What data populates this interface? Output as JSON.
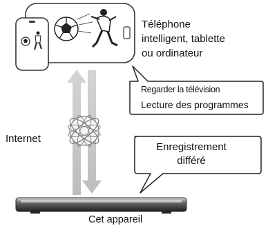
{
  "devices_label": {
    "line1": "Téléphone",
    "line2": "intelligent, tablette",
    "line3": "ou ordinateur"
  },
  "remote_bubble": {
    "line1": "Regarder la télévision",
    "line2": "Lecture des programmes"
  },
  "network_label": "Internet",
  "recording_bubble": {
    "line1": "Enregistrement",
    "line2": "différé"
  },
  "device_label": "Cet appareil",
  "colors": {
    "arrow": "#c9c9c9",
    "outline": "#333333",
    "recorder_body": "#3a3a3a"
  },
  "icons": [
    "tablet-icon",
    "smartphone-icon",
    "soccer-ball-icon",
    "soccer-player-icon",
    "network-globe-icon",
    "recorder-icon"
  ]
}
